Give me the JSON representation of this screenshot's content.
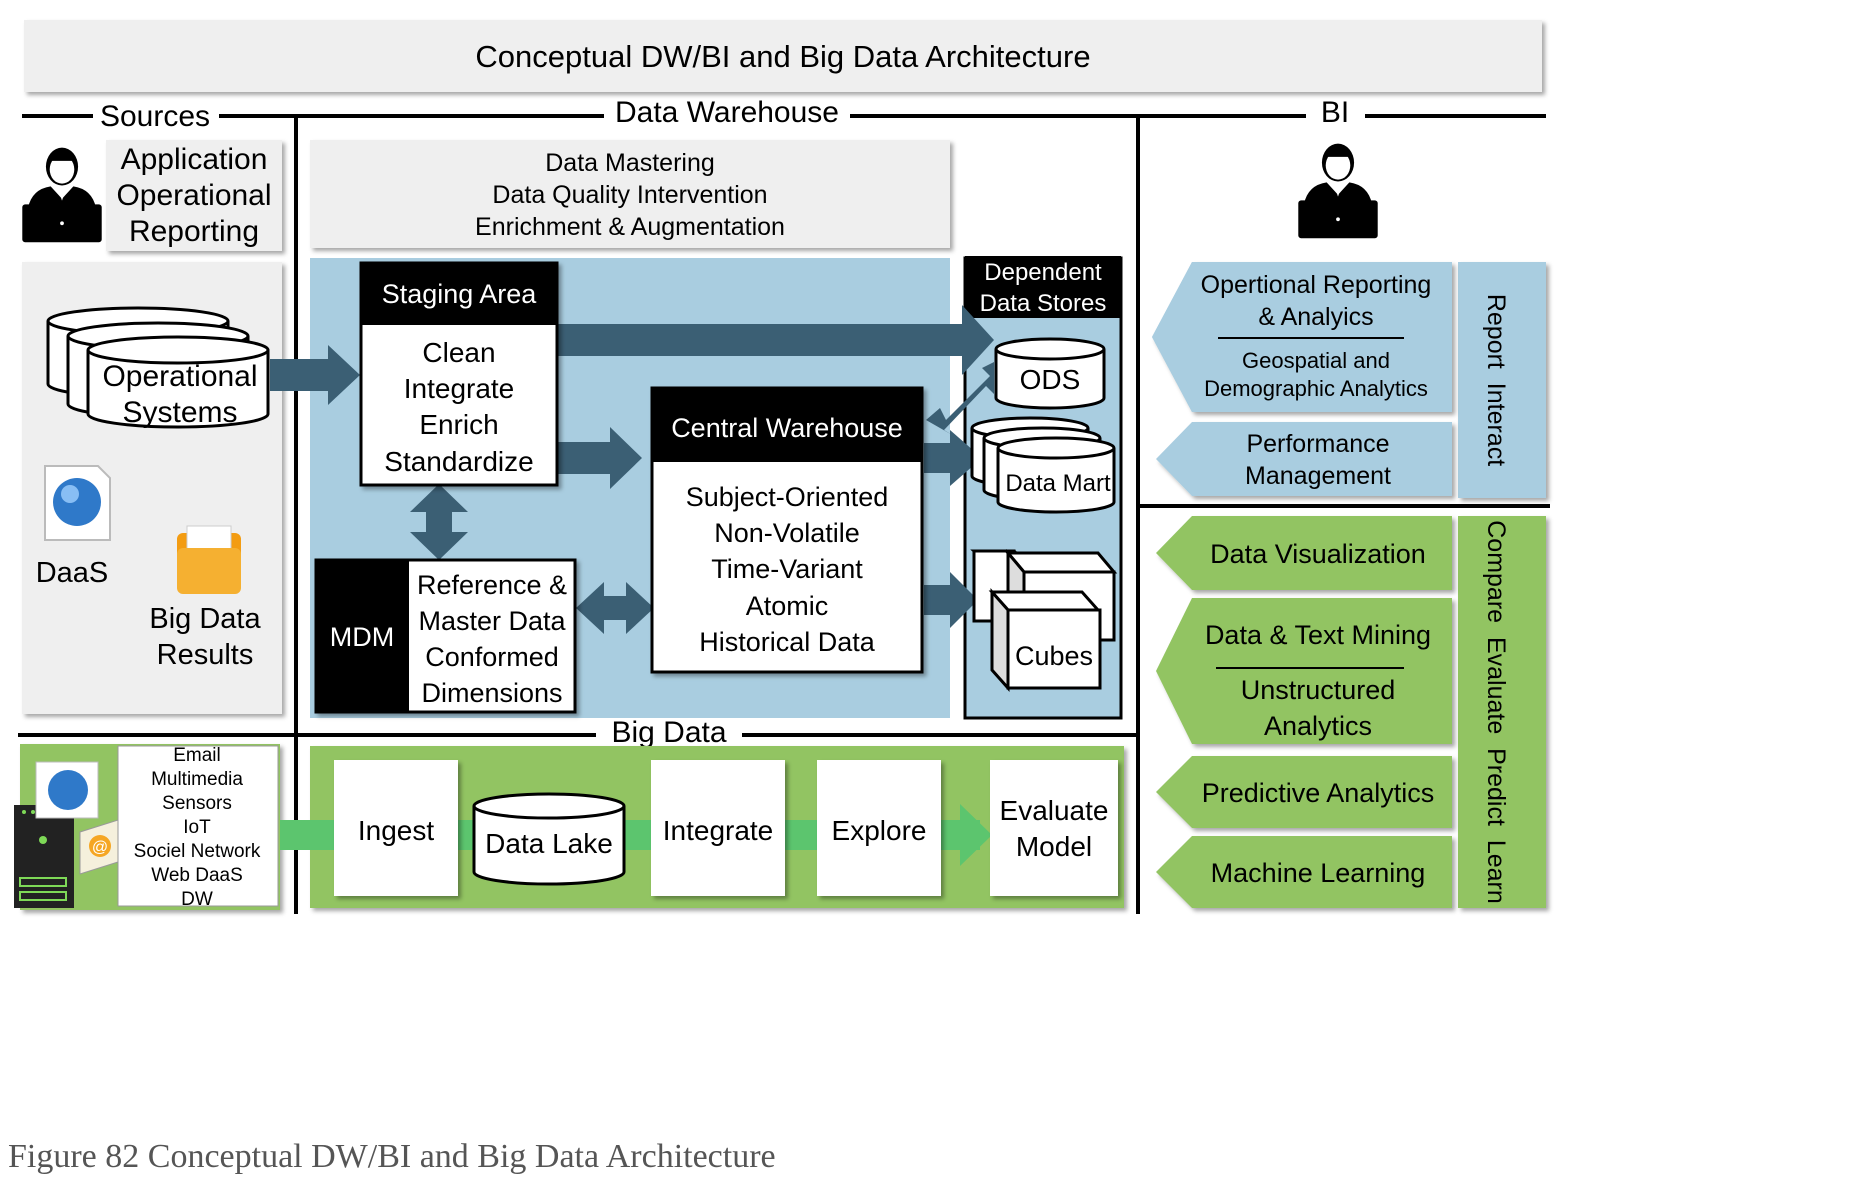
{
  "title": "Conceptual DW/BI and Big Data Architecture",
  "sections": {
    "sources": "Sources",
    "data_warehouse": "Data Warehouse",
    "bi": "BI",
    "big_data": "Big Data"
  },
  "sources": {
    "app_reporting": [
      "Application",
      "Operational",
      "Reporting"
    ],
    "operational_systems": [
      "Operational",
      "Systems"
    ],
    "daas": "DaaS",
    "big_data_results": [
      "Big Data",
      "Results"
    ],
    "big_data_sources": [
      "Email",
      "Multimedia",
      "Sensors",
      "IoT",
      "Sociel Network",
      "Web DaaS",
      "DW"
    ]
  },
  "warehouse": {
    "mastering": [
      "Data Mastering",
      "Data Quality Intervention",
      "Enrichment & Augmentation"
    ],
    "staging_title": "Staging Area",
    "staging_steps": [
      "Clean",
      "Integrate",
      "Enrich",
      "Standardize"
    ],
    "central_title": "Central Warehouse",
    "central_traits": [
      "Subject-Oriented",
      "Non-Volatile",
      "Time-Variant",
      "Atomic",
      "Historical Data"
    ],
    "mdm_label": "MDM",
    "mdm_items": [
      "Reference &",
      "Master Data",
      "Conformed",
      "Dimensions"
    ],
    "dependent_title": [
      "Dependent",
      "Data Stores"
    ],
    "ods": "ODS",
    "data_mart": "Data Mart",
    "cubes": "Cubes"
  },
  "big_data_flow": {
    "ingest": "Ingest",
    "data_lake": "Data Lake",
    "integrate": "Integrate",
    "explore": "Explore",
    "evaluate_model": [
      "Evaluate",
      "Model"
    ]
  },
  "bi": {
    "blue_items": [
      [
        "Opertional Reporting",
        "& Analyics"
      ],
      [
        "Geospatial and",
        "Demographic Analytics"
      ],
      [
        "Performance",
        "Management"
      ]
    ],
    "green_items": {
      "visualization": "Data Visualization",
      "mining": "Data & Text Mining",
      "unstructured": [
        "Unstructured",
        "Analytics"
      ],
      "predictive": "Predictive Analytics",
      "ml": "Machine Learning"
    },
    "side_blue": "Report  Interact",
    "side_green": "Compare  Evaluate  Predict  Learn"
  },
  "caption": "Figure 82 Conceptual DW/BI and Big Data Architecture",
  "colors": {
    "gray_panel": "#efefef",
    "blue_panel": "#a9cde0",
    "green_panel": "#92c462",
    "arrow_blue": "#3b5f74",
    "arrow_green": "#5cc56e",
    "black": "#000000"
  }
}
